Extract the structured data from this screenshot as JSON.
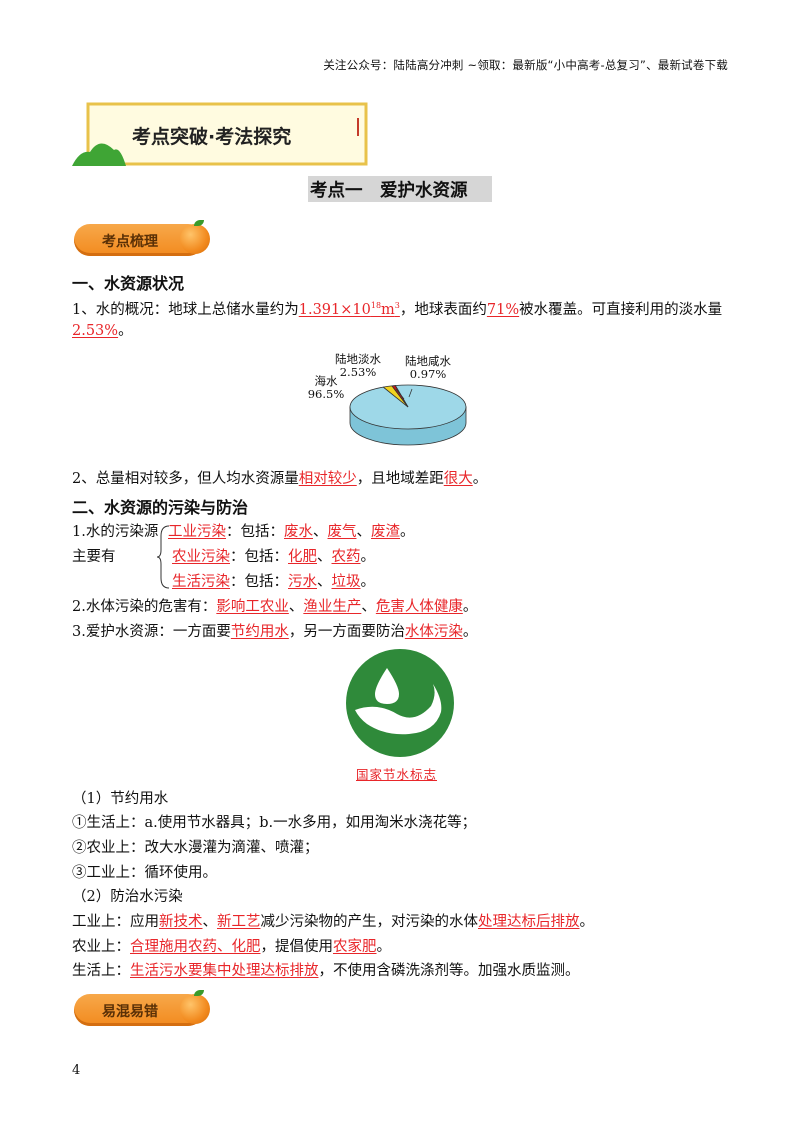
{
  "header_note": "关注公众号：陆陆高分冲刺 ~领取：最新版“小中高考-总复习”、最新试卷下载",
  "banner_title": "考点突破·考法探究",
  "topic_title": "考点一　爱护水资源",
  "badge1": "考点梳理",
  "badge2": "易混易错",
  "sec1": {
    "heading": "一、水资源状况",
    "p1_a": "1、水的概况：地球上总储水量约为",
    "p1_r1a": "1.391×10",
    "p1_r1b": "18",
    "p1_r1c": "m",
    "p1_r1d": "3",
    "p1_b": "，地球表面约",
    "p1_r2": "71%",
    "p1_c": "被水覆盖。可直接利用的淡水量",
    "p1_r3": "2.53%",
    "p1_d": "。",
    "p2_a": "2、总量相对较多，但人均水资源量",
    "p2_r1": "相对较少",
    "p2_b": "，且地域差距",
    "p2_r2": "很大",
    "p2_c": "。"
  },
  "chart_data": {
    "type": "pie",
    "categories": [
      "海水",
      "陆地淡水",
      "陆地咸水"
    ],
    "values": [
      96.5,
      2.53,
      0.97
    ],
    "labels": [
      "海水\n96.5%",
      "陆地淡水\n2.53%",
      "陆地咸水\n0.97%"
    ],
    "colors": [
      "#9ed8e8",
      "#f2d21e",
      "#b81c1c"
    ]
  },
  "sec2": {
    "heading": "二、水资源的污染与防治",
    "l1_a": "1.水的污染源",
    "l1_side": "主要有",
    "src1_r": "工业污染",
    "src1_t": "：包括：",
    "src1_i1": "废水",
    "src1_i2": "废气",
    "src1_i3": "废渣",
    "src2_r": "农业污染",
    "src2_t": "：包括：",
    "src2_i1": "化肥",
    "src2_i2": "农药",
    "src3_r": "生活污染",
    "src3_t": "：包括：",
    "src3_i1": "污水",
    "src3_i2": "垃圾",
    "sep": "、",
    "end": "。",
    "l2_a": "2.水体污染的危害有：",
    "l2_r1": "影响工农业",
    "l2_r2": "渔业生产",
    "l2_r3": "危害人体健康",
    "l3_a": "3.爱护水资源：一方面要",
    "l3_r1": "节约用水",
    "l3_b": "，另一方面要防治",
    "l3_r2": "水体污染",
    "logo_caption": "国家节水标志",
    "s1": "（1）节约用水",
    "s1_a": "①生活上：a.使用节水器具；b.一水多用，如用淘米水浇花等；",
    "s1_b": "②农业上：改大水漫灌为滴灌、喷灌；",
    "s1_c": "③工业上：循环使用。",
    "s2": "（2）防治水污染",
    "ind_a": "工业上：应用",
    "ind_r1": "新技术",
    "ind_r2": "新工艺",
    "ind_b": "减少污染物的产生，对污染的水体",
    "ind_r3": "处理达标后排放",
    "agr_a": "农业上：",
    "agr_r1": "合理施用农药、化肥",
    "agr_b": "，提倡使用",
    "agr_r2": "农家肥",
    "liv_a": "生活上：",
    "liv_r1": "生活污水要集中处理达标排放",
    "liv_b": "，不使用含磷洗涤剂等。加强水质监测。"
  },
  "page_number": "4"
}
